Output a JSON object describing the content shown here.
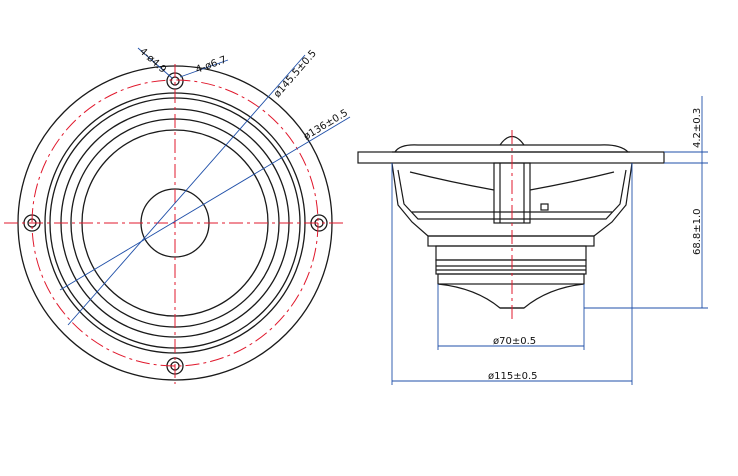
{
  "colors": {
    "outline": "#1a1a1a",
    "dimension": "#1f4fa8",
    "centerline": "#e0182c",
    "background": "#ffffff"
  },
  "front_view": {
    "hole_small_label": "4-ø4.9",
    "hole_large_label": "4-ø6.7",
    "outer_diameter_label": "ø145.5±0.5",
    "hole_circle_label": "ø136±0.5"
  },
  "side_view": {
    "flange_thickness_label": "4.2±0.3",
    "depth_label": "68.8±1.0",
    "magnet_diameter_label": "ø70±0.5",
    "basket_diameter_label": "ø115±0.5"
  }
}
